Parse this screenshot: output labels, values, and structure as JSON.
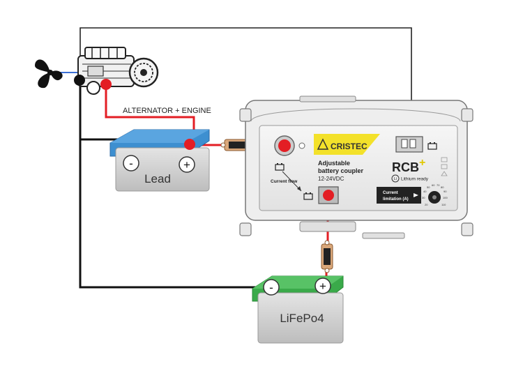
{
  "labels": {
    "alternator": "ALTERNATOR + ENGINE",
    "lead_battery": "Lead",
    "lifepo4_battery": "LiFePo4",
    "minus": "-",
    "plus": "+"
  },
  "device": {
    "brand": "CRISTEC",
    "title_line1": "Adjustable",
    "title_line2": "battery coupler",
    "voltage": "12-24VDC",
    "model": "RCB",
    "model_suffix": "+",
    "lithium_badge": "Li",
    "lithium_text": "Lithium ready",
    "current_flow": "Current flow",
    "current_limitation_line1": "Current",
    "current_limitation_line2": "limitation (A)",
    "dial_marks": [
      "20",
      "30",
      "40",
      "50",
      "60",
      "70",
      "80",
      "90",
      "100",
      "110"
    ]
  },
  "colors": {
    "positive_wire": "#e31e24",
    "negative_wire": "#111111",
    "lead_top": "#3d8fd0",
    "lifepo4_top": "#3aaa4a",
    "battery_body": "#d5d5d5",
    "brand_yellow": "#f3e12a"
  }
}
